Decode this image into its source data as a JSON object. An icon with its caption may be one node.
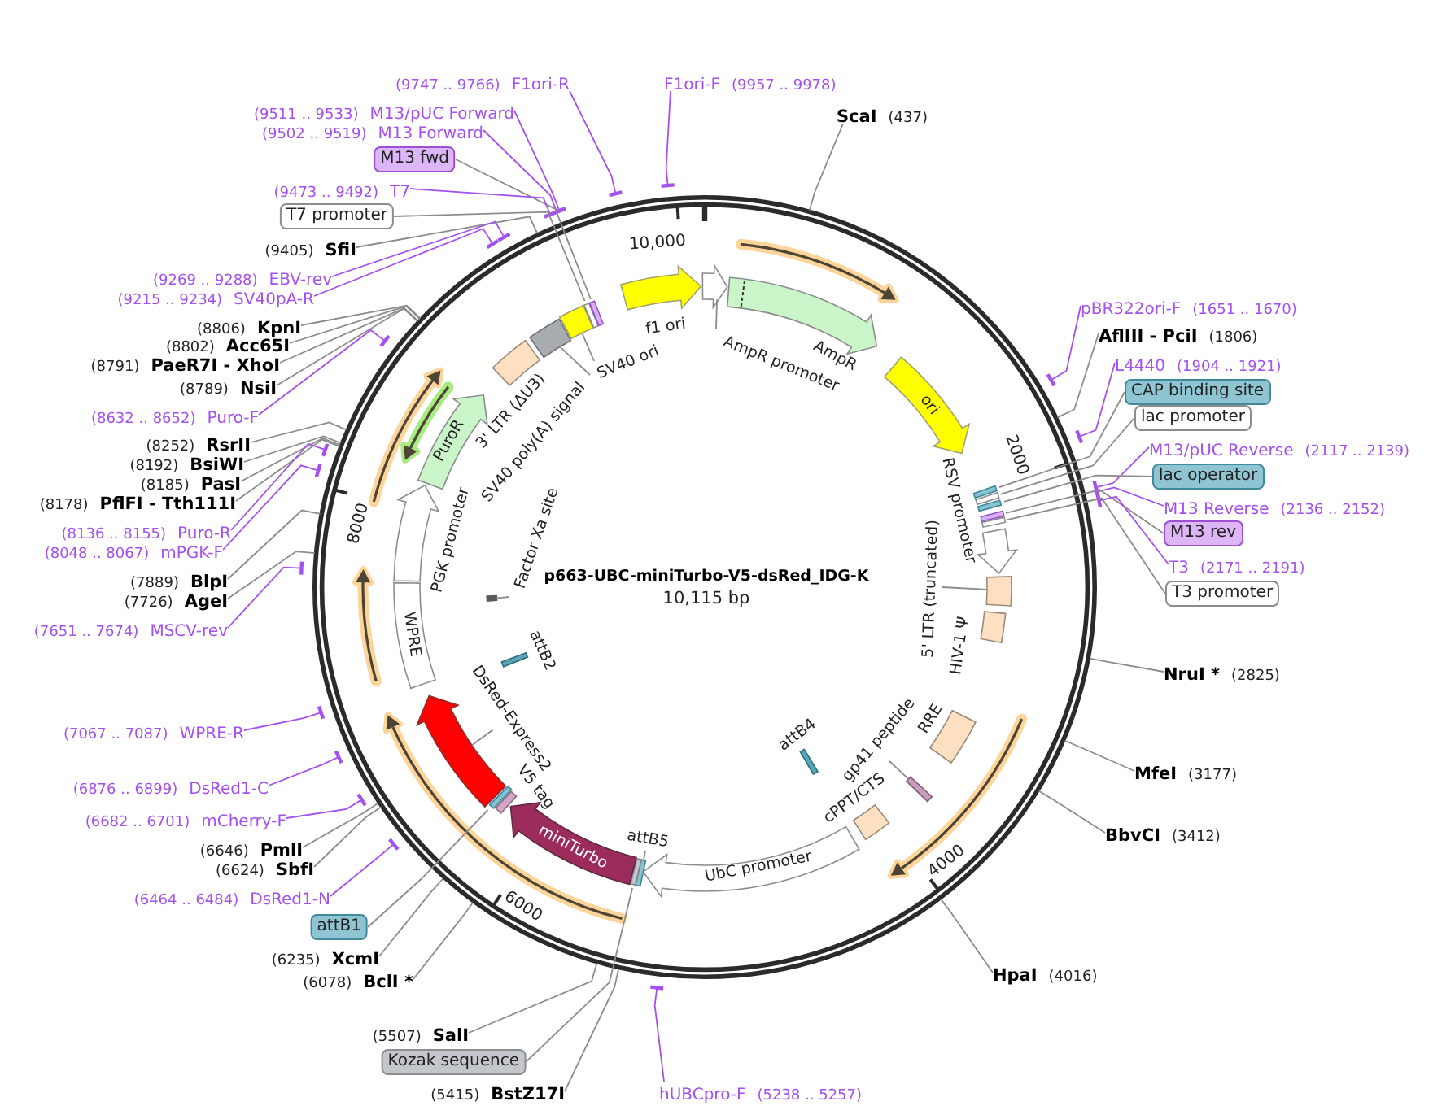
{
  "diagram": {
    "title": "p663-UBC-miniTurbo-V5-dsRed_IDG-K",
    "nodes": [
      {
        "text": [
          "(9747 .. 9766)",
          "F1ori-R"
        ]
      },
      {
        "text": [
          "F1ori-F",
          "(9957 .. 9978)"
        ]
      },
      {
        "text": [
          "ScaI",
          "(437)"
        ]
      },
      {
        "text": [
          "(9511 .. 9533)",
          "M13/pUC Forward"
        ]
      },
      {
        "text": [
          "(9502 .. 9519)",
          "M13 Forward"
        ]
      },
      {
        "text": [
          "M13 fwd"
        ]
      },
      {
        "text": [
          "(9473 .. 9492)",
          "T7"
        ]
      },
      {
        "text": [
          "T7 promoter"
        ]
      },
      {
        "text": [
          "(9405)",
          "SfiI"
        ]
      },
      {
        "text": [
          "(9269 .. 9288)",
          "EBV-rev"
        ]
      },
      {
        "text": [
          "(9215 .. 9234)",
          "SV40pA-R"
        ]
      },
      {
        "text": [
          "(8806)",
          "KpnI"
        ]
      },
      {
        "text": [
          "(8802)",
          "Acc65I"
        ]
      },
      {
        "text": [
          "(8791)",
          "PaeR7I - XhoI"
        ]
      },
      {
        "text": [
          "(8789)",
          "NsiI"
        ]
      },
      {
        "text": [
          "(8632 .. 8652)",
          "Puro-F"
        ]
      },
      {
        "text": [
          "(8252)",
          "RsrII"
        ]
      },
      {
        "text": [
          "(8192)",
          "BsiWI"
        ]
      },
      {
        "text": [
          "(8185)",
          "PasI"
        ]
      },
      {
        "text": [
          "(8178)",
          "PflFI - Tth111I"
        ]
      },
      {
        "text": [
          "(8136 .. 8155)",
          "Puro-R"
        ]
      },
      {
        "text": [
          "(8048 .. 8067)",
          "mPGK-F"
        ]
      },
      {
        "text": [
          "(7889)",
          "BlpI"
        ]
      },
      {
        "text": [
          "(7726)",
          "AgeI"
        ]
      },
      {
        "text": [
          "(7651 .. 7674)",
          "MSCV-rev"
        ]
      },
      {
        "text": [
          "(7067 .. 7087)",
          "WPRE-R"
        ]
      },
      {
        "text": [
          "(6876 .. 6899)",
          "DsRed1-C"
        ]
      },
      {
        "text": [
          "(6682 .. 6701)",
          "mCherry-F"
        ]
      },
      {
        "text": [
          "(6646)",
          "PmlI"
        ]
      },
      {
        "text": [
          "(6624)",
          "SbfI"
        ]
      },
      {
        "text": [
          "(6464 .. 6484)",
          "DsRed1-N"
        ]
      },
      {
        "text": [
          "attB1"
        ]
      },
      {
        "text": [
          "(6235)",
          "XcmI"
        ]
      },
      {
        "text": [
          "(6078)",
          "BclI *"
        ]
      },
      {
        "text": [
          "(5507)",
          "SalI"
        ]
      },
      {
        "text": [
          "Kozak sequence"
        ]
      },
      {
        "text": [
          "(5415)",
          "BstZ17I"
        ]
      },
      {
        "text": [
          "hUBCpro-F",
          "(5238 .. 5257)"
        ]
      },
      {
        "text": [
          "pBR322ori-F",
          "(1651 .. 1670)"
        ]
      },
      {
        "text": [
          "AflIII - PciI",
          "(1806)"
        ]
      },
      {
        "text": [
          "L4440",
          "(1904 .. 1921)"
        ]
      },
      {
        "text": [
          "CAP binding site"
        ]
      },
      {
        "text": [
          "lac promoter"
        ]
      },
      {
        "text": [
          "M13/pUC Reverse",
          "(2117 .. 2139)"
        ]
      },
      {
        "text": [
          "lac operator"
        ]
      },
      {
        "text": [
          "M13 Reverse",
          "(2136 .. 2152)"
        ]
      },
      {
        "text": [
          "M13 rev"
        ]
      },
      {
        "text": [
          "T3",
          "(2171 .. 2191)"
        ]
      },
      {
        "text": [
          "T3 promoter"
        ]
      },
      {
        "text": [
          "NruI *",
          "(2825)"
        ]
      },
      {
        "text": [
          "MfeI",
          "(3177)"
        ]
      },
      {
        "text": [
          "BbvCI",
          "(3412)"
        ]
      },
      {
        "text": [
          "HpaI",
          "(4016)"
        ]
      },
      {
        "text": [],
        "shape": "arrow",
        "beside": [
          "f1 ori"
        ]
      },
      {
        "text": [],
        "shape": "arrow"
      },
      {
        "text": [
          "AmpR promoter"
        ]
      },
      {
        "text": [],
        "shape": "arrow",
        "beside": [
          "AmpR"
        ]
      },
      {
        "text": [
          "ori"
        ]
      },
      {
        "text": [],
        "shape": "bar"
      },
      {
        "text": [],
        "shape": "bar"
      },
      {
        "text": [],
        "shape": "bar"
      },
      {
        "text": [],
        "shape": "bar"
      },
      {
        "text": [],
        "shape": "bar"
      },
      {
        "text": [],
        "shape": "arrow",
        "beside": [
          "RSV promoter"
        ]
      },
      {
        "text": [],
        "shape": "box"
      },
      {
        "text": [
          "5' LTR (truncated)"
        ]
      },
      {
        "text": [],
        "shape": "box",
        "beside": [
          "HIV-1 Ψ"
        ]
      },
      {
        "text": [],
        "shape": "box",
        "beside": [
          "RRE"
        ]
      },
      {
        "text": [],
        "shape": "bar"
      },
      {
        "text": [
          "gp41 peptide"
        ]
      },
      {
        "text": [],
        "shape": "box",
        "beside": [
          "cPPT/CTS"
        ]
      },
      {
        "text": [],
        "shape": "bar",
        "beside": [
          "attB4"
        ]
      },
      {
        "text": [
          "UbC promoter"
        ]
      },
      {
        "text": [],
        "shape": "bar"
      },
      {
        "text": [
          "attB5"
        ]
      },
      {
        "text": [],
        "shape": "bar"
      },
      {
        "text": [
          "miniTurbo"
        ]
      },
      {
        "text": [],
        "shape": "bar",
        "beside": [
          "V5 tag"
        ]
      },
      {
        "text": [],
        "shape": "bar"
      },
      {
        "text": [],
        "shape": "arrow"
      },
      {
        "text": [
          "DsRed-Express2"
        ]
      },
      {
        "text": [],
        "shape": "bar",
        "beside": [
          "attB2"
        ]
      },
      {
        "text": [
          "WPRE"
        ]
      },
      {
        "text": [],
        "shape": "bar"
      },
      {
        "text": [],
        "shape": "arrow",
        "beside": [
          "PGK promoter"
        ]
      },
      {
        "text": [
          "PuroR"
        ]
      },
      {
        "text": [],
        "shape": "box",
        "beside": [
          "3' LTR (ΔU3)"
        ]
      },
      {
        "text": [],
        "shape": "box"
      },
      {
        "text": [
          "SV40 poly(A) signal"
        ]
      },
      {
        "text": [],
        "shape": "box"
      },
      {
        "text": [
          "SV40 ori"
        ]
      },
      {
        "text": [],
        "shape": "bar"
      },
      {
        "text": [],
        "shape": "bar"
      },
      {
        "text": [
          "Factor Xa site"
        ]
      }
    ],
    "edges": [
      {
        "from": 0,
        "to": null,
        "arrow": "other",
        "color": "#a550f0"
      },
      {
        "from": 1,
        "to": null,
        "arrow": "other",
        "color": "#a550f0"
      },
      {
        "from": 2,
        "to": null,
        "arrow": "none"
      },
      {
        "from": 3,
        "to": null,
        "arrow": "other",
        "color": "#a550f0"
      },
      {
        "from": 4,
        "to": null,
        "arrow": "other",
        "color": "#a550f0"
      },
      {
        "from": 5,
        "to": 92,
        "arrow": "none"
      },
      {
        "from": 6,
        "to": null,
        "arrow": "other",
        "color": "#a550f0"
      },
      {
        "from": 7,
        "to": 91,
        "arrow": "none"
      },
      {
        "from": 8,
        "to": null,
        "arrow": "none"
      },
      {
        "from": 9,
        "to": null,
        "arrow": "other",
        "color": "#a550f0"
      },
      {
        "from": 10,
        "to": null,
        "arrow": "other",
        "color": "#a550f0"
      },
      {
        "from": 11,
        "to": null,
        "arrow": "none"
      },
      {
        "from": 12,
        "to": null,
        "arrow": "none"
      },
      {
        "from": 13,
        "to": null,
        "arrow": "none"
      },
      {
        "from": 14,
        "to": null,
        "arrow": "none"
      },
      {
        "from": 15,
        "to": null,
        "arrow": "other",
        "color": "#a550f0"
      },
      {
        "from": 16,
        "to": null,
        "arrow": "none"
      },
      {
        "from": 17,
        "to": null,
        "arrow": "none"
      },
      {
        "from": 18,
        "to": null,
        "arrow": "none"
      },
      {
        "from": 19,
        "to": null,
        "arrow": "none"
      },
      {
        "from": 20,
        "to": null,
        "arrow": "other",
        "color": "#a550f0"
      },
      {
        "from": 21,
        "to": null,
        "arrow": "other",
        "color": "#a550f0"
      },
      {
        "from": 22,
        "to": null,
        "arrow": "none"
      },
      {
        "from": 23,
        "to": null,
        "arrow": "none"
      },
      {
        "from": 24,
        "to": null,
        "arrow": "other",
        "color": "#a550f0"
      },
      {
        "from": 25,
        "to": null,
        "arrow": "other",
        "color": "#a550f0"
      },
      {
        "from": 26,
        "to": null,
        "arrow": "other",
        "color": "#a550f0"
      },
      {
        "from": 27,
        "to": null,
        "arrow": "other",
        "color": "#a550f0"
      },
      {
        "from": 28,
        "to": null,
        "arrow": "none"
      },
      {
        "from": 29,
        "to": null,
        "arrow": "none"
      },
      {
        "from": 30,
        "to": null,
        "arrow": "other",
        "color": "#a550f0"
      },
      {
        "from": 31,
        "to": 78,
        "arrow": "none"
      },
      {
        "from": 32,
        "to": null,
        "arrow": "none"
      },
      {
        "from": 33,
        "to": null,
        "arrow": "none"
      },
      {
        "from": 34,
        "to": null,
        "arrow": "none"
      },
      {
        "from": 35,
        "to": 75,
        "arrow": "none"
      },
      {
        "from": 36,
        "to": null,
        "arrow": "none"
      },
      {
        "from": 37,
        "to": null,
        "arrow": "other",
        "color": "#a550f0"
      },
      {
        "from": 38,
        "to": null,
        "arrow": "other",
        "color": "#a550f0"
      },
      {
        "from": 39,
        "to": null,
        "arrow": "none"
      },
      {
        "from": 40,
        "to": null,
        "arrow": "other",
        "color": "#a550f0"
      },
      {
        "from": 41,
        "to": 58,
        "arrow": "none"
      },
      {
        "from": 42,
        "to": 59,
        "arrow": "none"
      },
      {
        "from": 43,
        "to": null,
        "arrow": "other",
        "color": "#a550f0"
      },
      {
        "from": 44,
        "to": 60,
        "arrow": "none"
      },
      {
        "from": 45,
        "to": null,
        "arrow": "other",
        "color": "#a550f0"
      },
      {
        "from": 46,
        "to": 61,
        "arrow": "none"
      },
      {
        "from": 47,
        "to": null,
        "arrow": "other",
        "color": "#a550f0"
      },
      {
        "from": 48,
        "to": 62,
        "arrow": "none"
      },
      {
        "from": 49,
        "to": null,
        "arrow": "none"
      },
      {
        "from": 50,
        "to": null,
        "arrow": "none"
      },
      {
        "from": 51,
        "to": null,
        "arrow": "none"
      },
      {
        "from": 52,
        "to": null,
        "arrow": "none"
      },
      {
        "from": 55,
        "to": 54,
        "arrow": "none"
      },
      {
        "from": 65,
        "to": 64,
        "arrow": "none"
      },
      {
        "from": 69,
        "to": 68,
        "arrow": "none"
      },
      {
        "from": 74,
        "to": 73,
        "arrow": "none"
      },
      {
        "from": 80,
        "to": 79,
        "arrow": "none"
      },
      {
        "from": 88,
        "to": 87,
        "arrow": "none"
      },
      {
        "from": 90,
        "to": 89,
        "arrow": "none"
      },
      {
        "from": 93,
        "to": 83,
        "arrow": "none"
      }
    ],
    "labels": [
      "10,115 bp",
      "10,000",
      "2000",
      "4000",
      "6000",
      "8000"
    ]
  }
}
